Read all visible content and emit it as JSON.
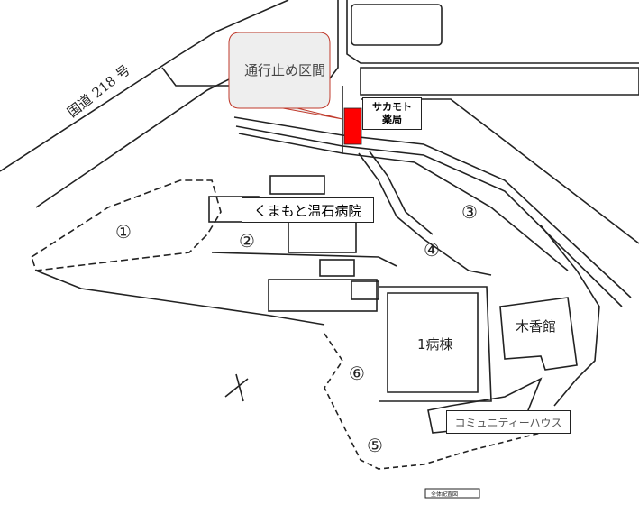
{
  "road": {
    "label": "国道 218 号"
  },
  "callout": {
    "label": "通行止め区間",
    "color": "#ff0000"
  },
  "pharmacy": {
    "line1": "サカモト",
    "line2": "薬局"
  },
  "hospital": {
    "label": "くまもと温石病院"
  },
  "areas": [
    "①",
    "②",
    "③",
    "④",
    "⑤",
    "⑥"
  ],
  "ward1": {
    "label": "1病棟"
  },
  "mokkokan": {
    "label": "木香館"
  },
  "community": {
    "label": "コミュニティーハウス"
  },
  "plan_title": {
    "label": "全体配置図"
  }
}
